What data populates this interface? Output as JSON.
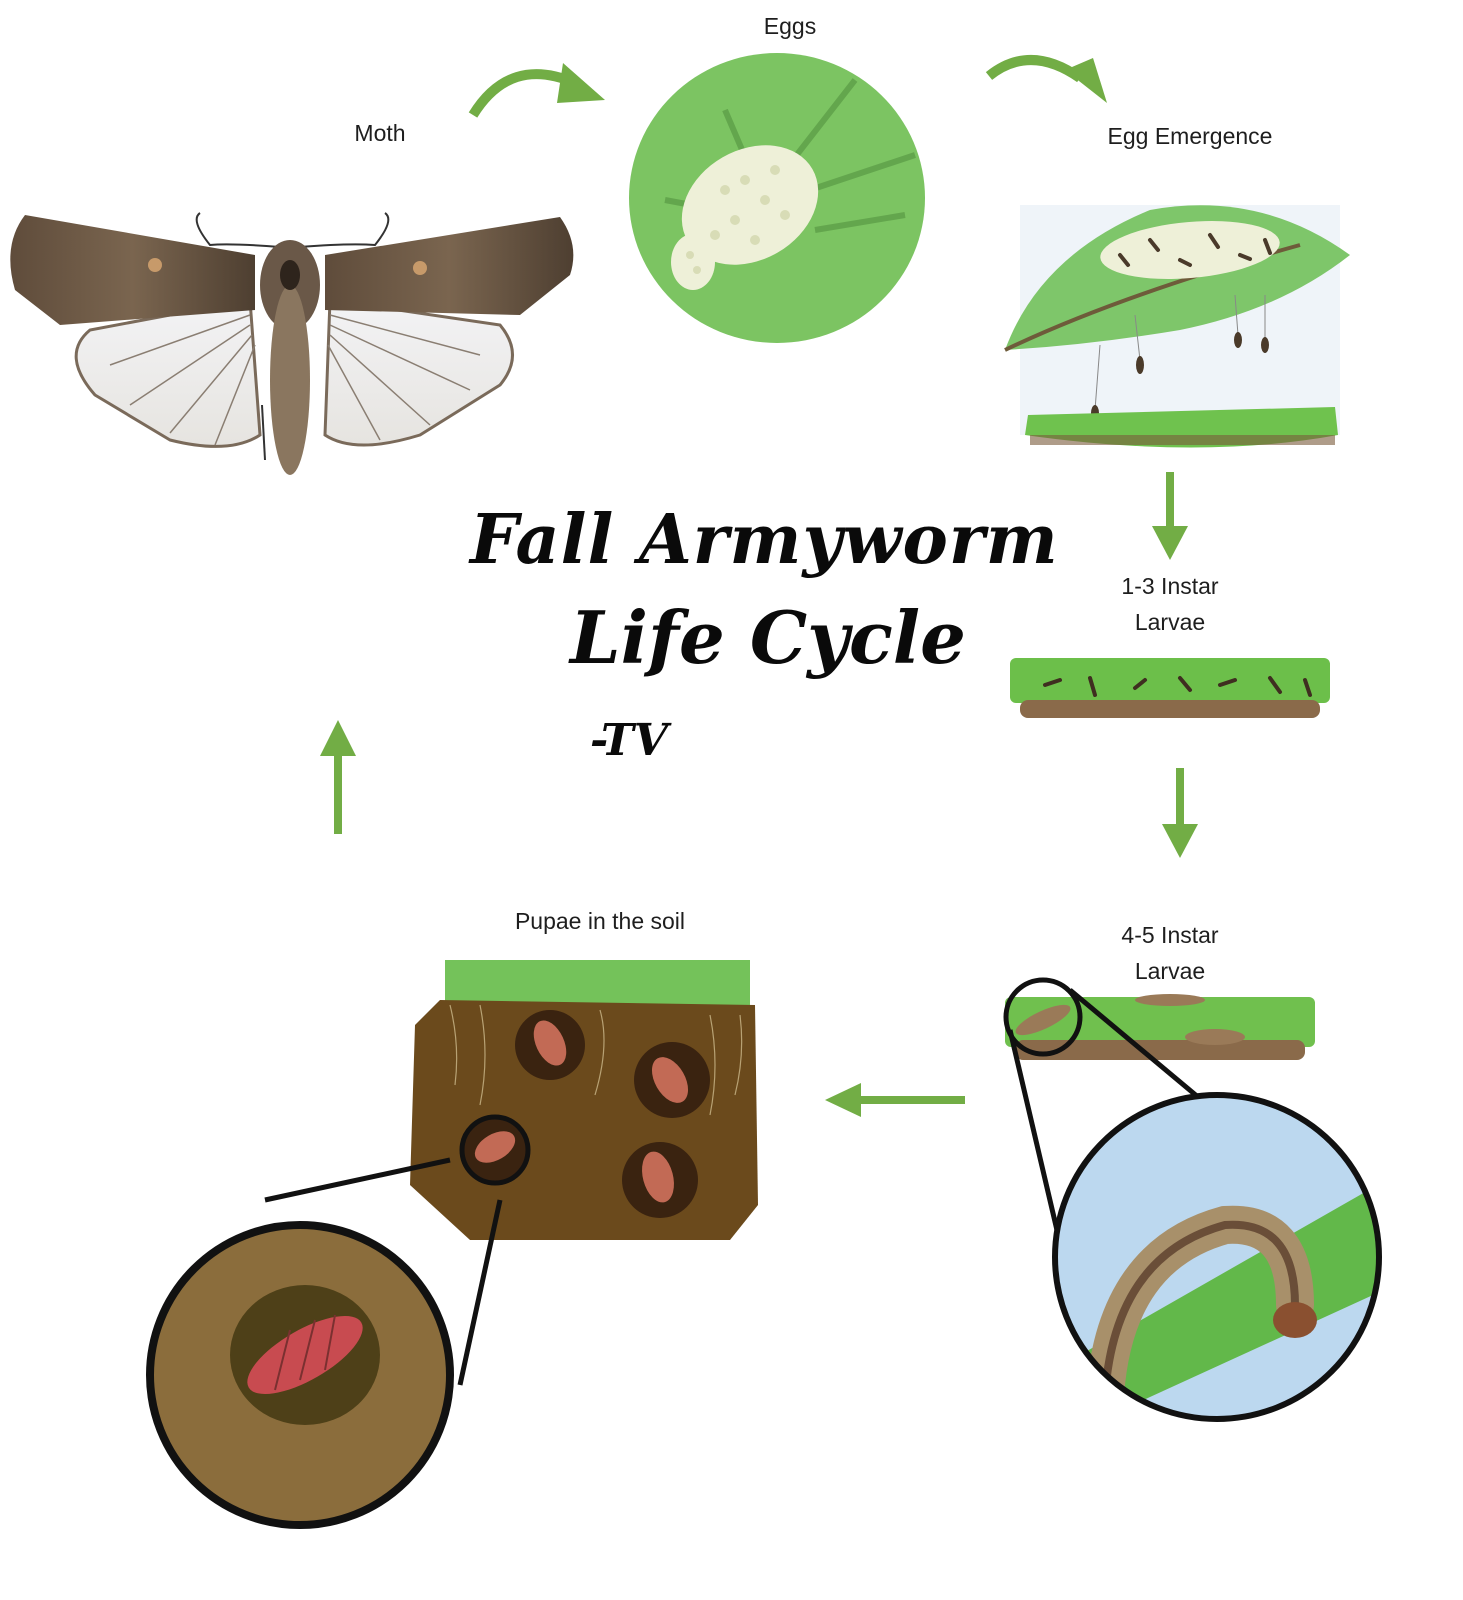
{
  "title": {
    "line1": "Fall Armyworm",
    "line2": "Life Cycle",
    "signature": "-TV"
  },
  "stages": [
    {
      "id": "moth",
      "label": "Moth"
    },
    {
      "id": "eggs",
      "label": "Eggs"
    },
    {
      "id": "egg-emergence",
      "label": "Egg Emergence"
    },
    {
      "id": "instar-1-3",
      "label_line1": "1-3 Instar",
      "label_line2": "Larvae"
    },
    {
      "id": "instar-4-5",
      "label_line1": "4-5 Instar",
      "label_line2": "Larvae"
    },
    {
      "id": "pupae",
      "label": "Pupae in the soil"
    }
  ],
  "arrows": [
    {
      "from": "moth",
      "to": "eggs",
      "shape": "curved"
    },
    {
      "from": "eggs",
      "to": "egg-emergence",
      "shape": "curved"
    },
    {
      "from": "egg-emergence",
      "to": "instar-1-3",
      "shape": "down"
    },
    {
      "from": "instar-1-3",
      "to": "instar-4-5",
      "shape": "down"
    },
    {
      "from": "instar-4-5",
      "to": "pupae",
      "shape": "left"
    },
    {
      "from": "pupae",
      "to": "moth",
      "shape": "up"
    }
  ],
  "colors": {
    "arrow": "#72ad45",
    "leaf": "#7cc462",
    "soil": "#6b4a1c",
    "grass": "#6cbf4a",
    "pupa": "#c24a48",
    "outline": "#111111"
  }
}
